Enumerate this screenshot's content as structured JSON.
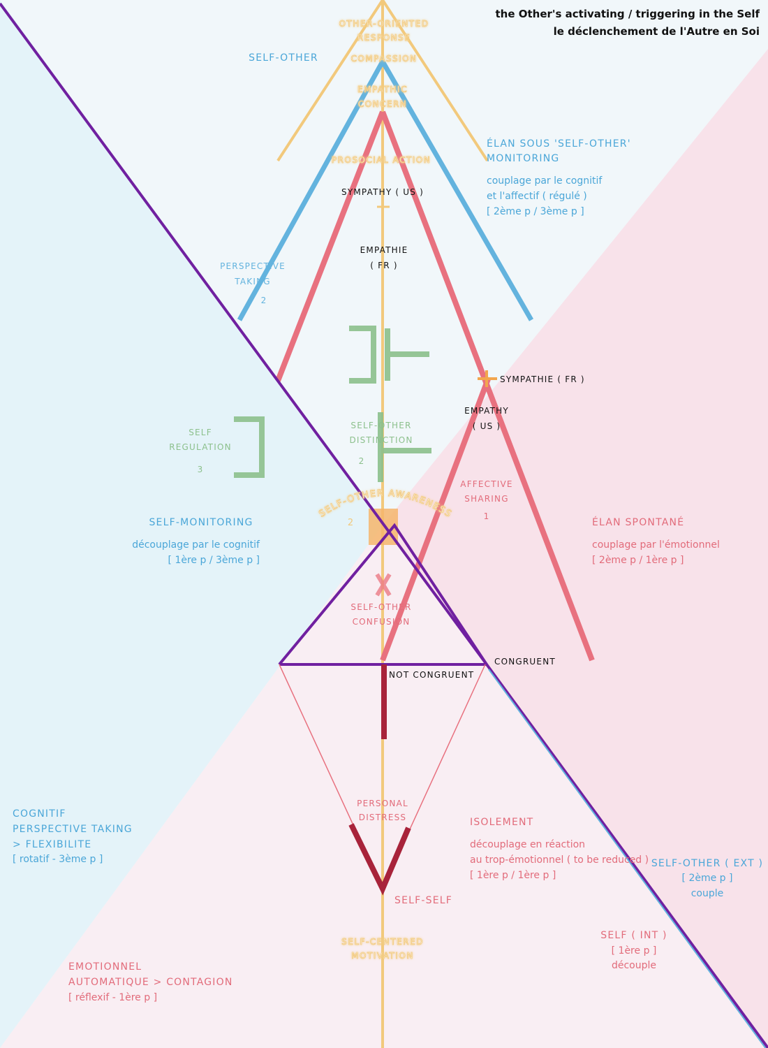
{
  "header": {
    "title_en": "the Other's activating / triggering in the Self",
    "title_fr": "le déclenchement de l'Autre en Soi"
  },
  "colors": {
    "orange": "#f2c97c",
    "blue": "#63b3de",
    "red": "#e8717f",
    "dark_red": "#a8233a",
    "green": "#8cc08c",
    "purple": "#7020a0",
    "pink_bg": "#f8e2ea",
    "light_blue_bg": "#e4f3f9"
  },
  "labels": {
    "other_oriented_1": "OTHER-ORIENTED",
    "other_oriented_2": "RESPONSE",
    "compassion": "COMPASSION",
    "empathic_1": "EMPATHIC",
    "empathic_2": "CONCERN",
    "prosocial": "PROSOCIAL ACTION",
    "self_other_top": "SELF-OTHER",
    "elan_sous_1": "ÉLAN SOUS 'SELF-OTHER'",
    "elan_sous_2": "MONITORING",
    "couplage_cog_1": "couplage par le cognitif",
    "couplage_cog_2": "et l'affectif ( régulé )",
    "couplage_cog_3": "[ 2ème p / 3ème p ]",
    "sympathy_us": "SYMPATHY ( US )",
    "empathie_fr_1": "EMPATHIE",
    "empathie_fr_2": "( FR )",
    "perspective_1": "PERSPECTIVE",
    "perspective_2": "TAKING",
    "perspective_num": "2",
    "sympathie_fr": "SYMPATHIE ( FR )",
    "empathy_us_1": "EMPATHY",
    "empathy_us_2": "( US )",
    "self_reg_1": "SELF",
    "self_reg_2": "REGULATION",
    "self_reg_num": "3",
    "so_distinction_1": "SELF-OTHER",
    "so_distinction_2": "DISTINCTION",
    "so_distinction_num": "2",
    "affective_1": "AFFECTIVE",
    "affective_2": "SHARING",
    "affective_num": "1",
    "so_awareness": "SELF-OTHER AWARENESS",
    "so_awareness_num": "2",
    "self_monitoring": "SELF-MONITORING",
    "decouplage_cog_1": "découplage par le cognitif",
    "decouplage_cog_2": "[ 1ère p / 3ème p ]",
    "elan_spontane": "ÉLAN SPONTANÉ",
    "couplage_emo_1": "couplage par l'émotionnel",
    "couplage_emo_2": "[ 2ème p / 1ère p ]",
    "confusion_1": "SELF-OTHER",
    "confusion_2": "CONFUSION",
    "congruent": "CONGRUENT",
    "not_congruent": "NOT CONGRUENT",
    "distress_1": "PERSONAL",
    "distress_2": "DISTRESS",
    "isolement": "ISOLEMENT",
    "isolement_1": "découplage en réaction",
    "isolement_2": "au trop-émotionnel ( to be reduced )",
    "isolement_3": "[ 1ère p / 1ère p ]",
    "self_self": "SELF-SELF",
    "cognitif_1": "COGNITIF",
    "cognitif_2": "PERSPECTIVE TAKING",
    "cognitif_3": "> FLEXIBILITE",
    "cognitif_4": "[ rotatif - 3ème p ]",
    "self_other_ext_1": "SELF-OTHER ( EXT )",
    "self_other_ext_2": "[ 2ème p ]",
    "self_other_ext_3": "couple",
    "self_int_1": "SELF ( INT )",
    "self_int_2": "[ 1ère p ]",
    "self_int_3": "découple",
    "self_centered_1": "SELF-CENTERED",
    "self_centered_2": "MOTIVATION",
    "emotionnel_1": "EMOTIONNEL",
    "emotionnel_2": "AUTOMATIQUE > CONTAGION",
    "emotionnel_3": "[ réflexif - 1ère p ]"
  }
}
